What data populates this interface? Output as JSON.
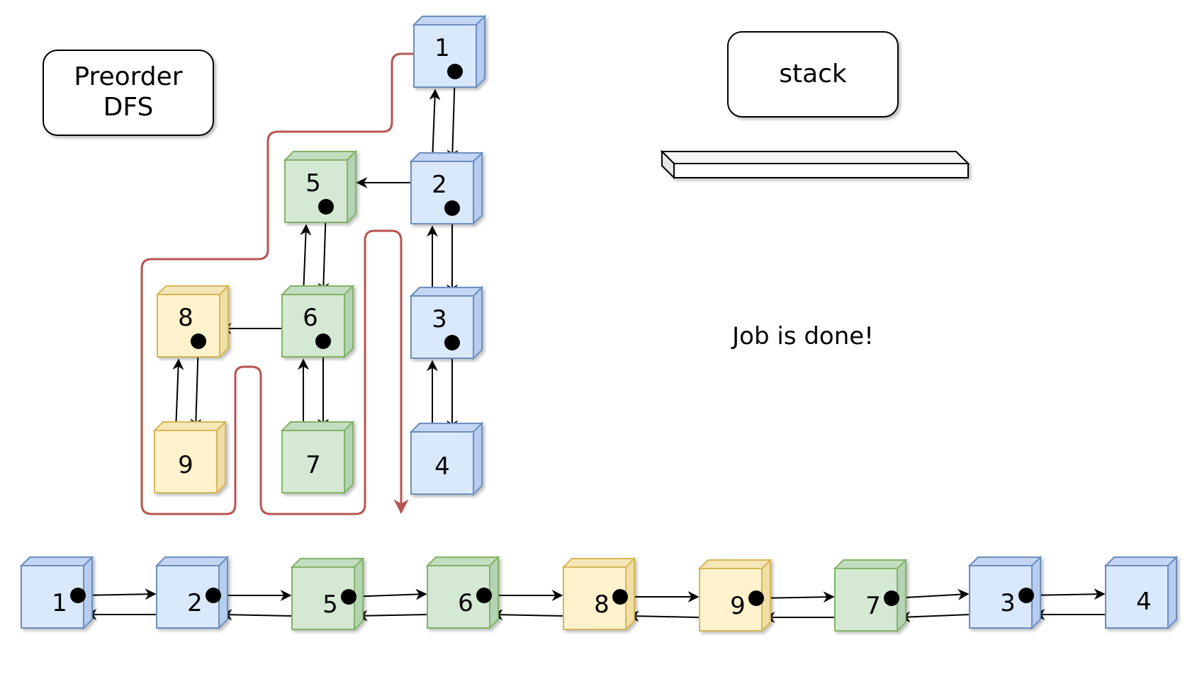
{
  "title_box": {
    "line1": "Preorder",
    "line2": "DFS"
  },
  "stack_box": {
    "label": "stack"
  },
  "status": {
    "message": "Job is done!"
  },
  "colors": {
    "blue": {
      "front": "#dae8fc",
      "side": "#b7cdef",
      "top": "#c4d6f3",
      "stroke": "#6c8ebf"
    },
    "green": {
      "front": "#d5e8d4",
      "side": "#b4d3b2",
      "top": "#c3ddc1",
      "stroke": "#82b366"
    },
    "yellow": {
      "front": "#fff2cc",
      "side": "#efdfa7",
      "top": "#f5e6b8",
      "stroke": "#d6b656"
    },
    "path": "#b85450"
  },
  "tree": {
    "nodes": [
      {
        "id": "1",
        "color": "blue"
      },
      {
        "id": "2",
        "color": "blue"
      },
      {
        "id": "3",
        "color": "blue"
      },
      {
        "id": "4",
        "color": "blue"
      },
      {
        "id": "5",
        "color": "green"
      },
      {
        "id": "6",
        "color": "green"
      },
      {
        "id": "7",
        "color": "green"
      },
      {
        "id": "8",
        "color": "yellow"
      },
      {
        "id": "9",
        "color": "yellow"
      }
    ]
  },
  "list": {
    "nodes": [
      {
        "id": "1",
        "color": "blue"
      },
      {
        "id": "2",
        "color": "blue"
      },
      {
        "id": "5",
        "color": "green"
      },
      {
        "id": "6",
        "color": "green"
      },
      {
        "id": "8",
        "color": "yellow"
      },
      {
        "id": "9",
        "color": "yellow"
      },
      {
        "id": "7",
        "color": "green"
      },
      {
        "id": "3",
        "color": "blue"
      },
      {
        "id": "4",
        "color": "blue"
      }
    ]
  }
}
